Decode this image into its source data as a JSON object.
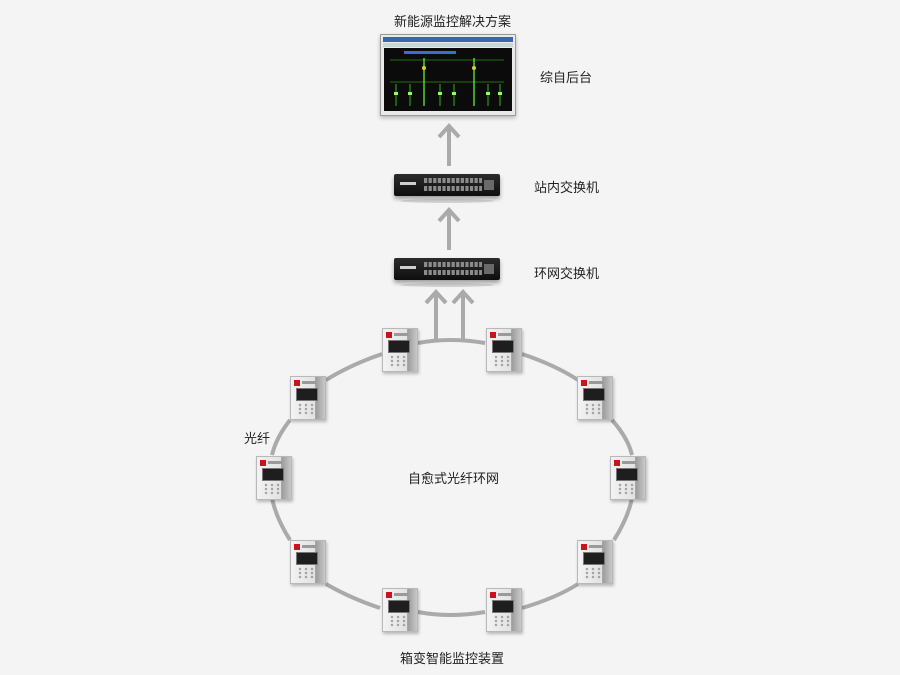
{
  "title": "新能源监控解决方案",
  "nodes": {
    "backend": "综自后台",
    "station_switch": "站内交换机",
    "ring_switch": "环网交换机"
  },
  "ring": {
    "center_label": "自愈式光纤环网",
    "fiber_label": "光纤",
    "device_label": "箱变智能监控装置",
    "device_count": 10
  },
  "colors": {
    "background": "#f4f4f4",
    "link": "#aaaaaa",
    "screen_green": "#3ec21b",
    "device_logo": "#c4161c"
  }
}
